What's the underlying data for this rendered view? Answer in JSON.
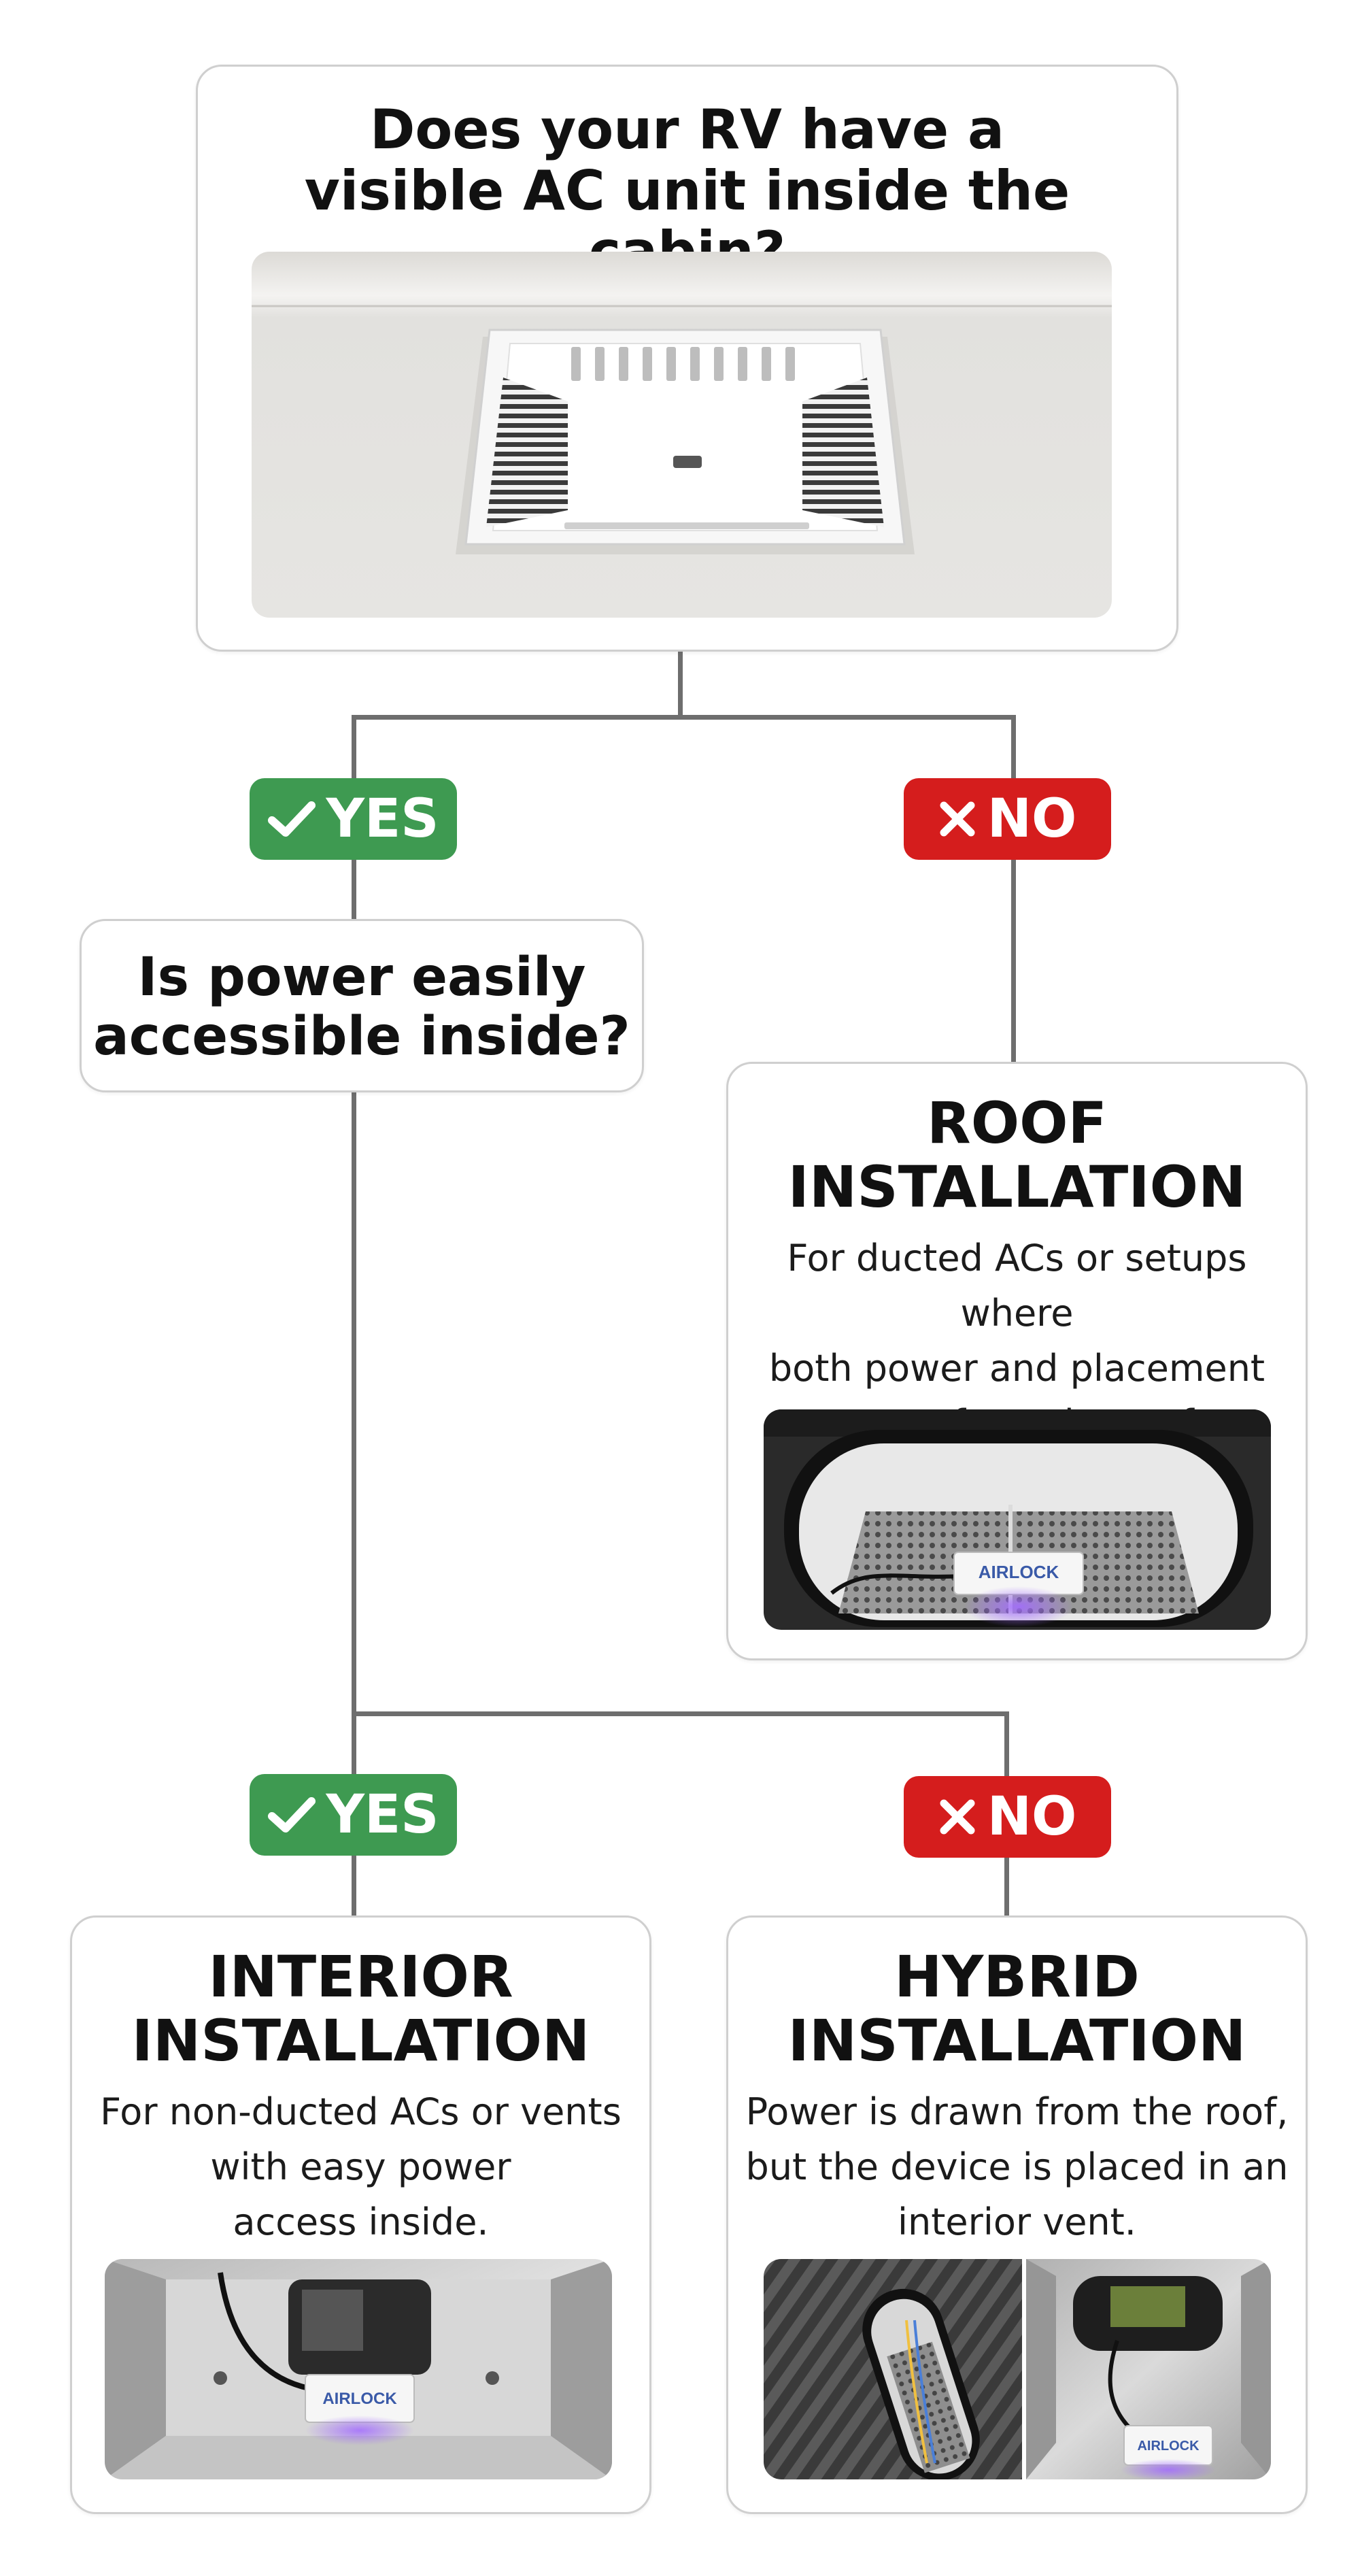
{
  "q1": {
    "title_line1": "Does your RV have a",
    "title_line2": "visible AC unit inside the cabin?"
  },
  "q2": {
    "title_line1": "Is power easily",
    "title_line2": "accessible inside?"
  },
  "badges": {
    "yes": "YES",
    "no": "NO"
  },
  "roof": {
    "title_line1": "ROOF",
    "title_line2": "INSTALLATION",
    "desc_line1": "For ducted ACs or setups where",
    "desc_line2": "both power and placement",
    "desc_line3": "come from the roof"
  },
  "interior": {
    "title_line1": "INTERIOR",
    "title_line2": "INSTALLATION",
    "desc_line1": "For non-ducted ACs or vents",
    "desc_line2": "with easy power",
    "desc_line3": "access inside."
  },
  "hybrid": {
    "title_line1": "HYBRID",
    "title_line2": "INSTALLATION",
    "desc_line1": "Power is drawn from the roof,",
    "desc_line2": "but the device is placed in an",
    "desc_line3": "interior vent."
  },
  "device_brand": "AIRLOCK",
  "colors": {
    "yes_green": "#3e9a51",
    "no_red": "#d51d1d",
    "connector": "#6e6e6e",
    "device_glow": "#8a4dff"
  }
}
